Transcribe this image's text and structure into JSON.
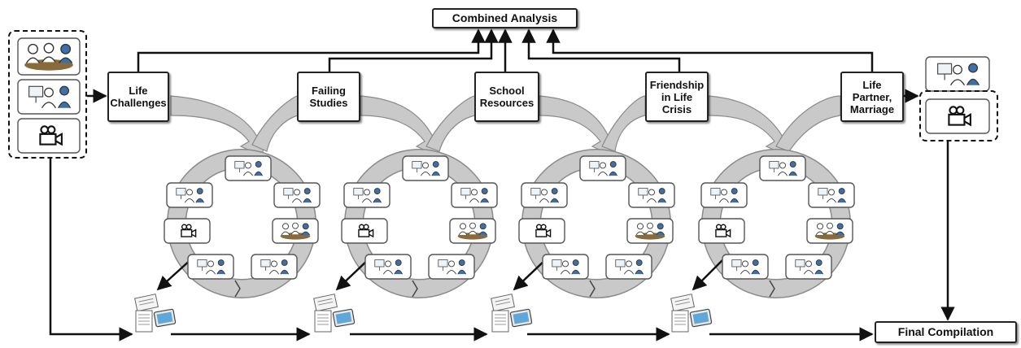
{
  "top_box": {
    "label": "Combined Analysis"
  },
  "final_box": {
    "label": "Final Compilation"
  },
  "stages": [
    {
      "label": "Life\nChallenges"
    },
    {
      "label": "Failing\nStudies"
    },
    {
      "label": "School\nResources"
    },
    {
      "label": "Friendship\nin Life\nCrisis"
    },
    {
      "label": "Life\nPartner,\nMarriage"
    }
  ],
  "icons": {
    "group_meeting": "people-around-table-icon",
    "interview": "interview-icon",
    "video": "video-camera-icon",
    "documents": "document-stack-icon"
  },
  "colors": {
    "arrow_fill": "#c9c9c9",
    "arrow_stroke": "#8a8a8a",
    "line": "#111111",
    "accent_person": "#3f6fa6",
    "table": "#8a6a3a"
  }
}
